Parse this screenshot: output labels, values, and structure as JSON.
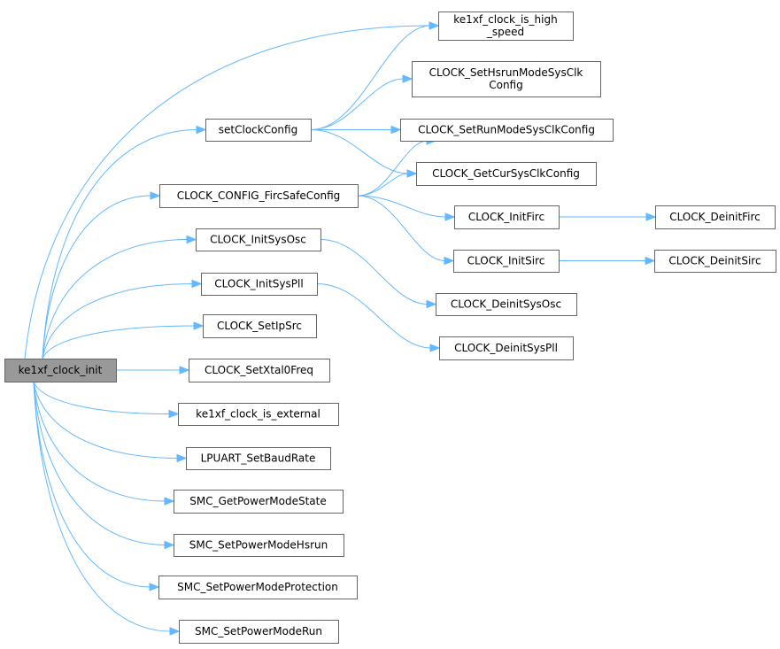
{
  "graph": {
    "root": "ke1xf_clock_init",
    "nodes": [
      {
        "id": "root",
        "lines": [
          "ke1xf_clock_init"
        ]
      },
      {
        "id": "high_speed",
        "lines": [
          "ke1xf_clock_is_high",
          "_speed"
        ]
      },
      {
        "id": "hsrun_cfg",
        "lines": [
          "CLOCK_SetHsrunModeSysClk",
          "Config"
        ]
      },
      {
        "id": "run_cfg",
        "lines": [
          "CLOCK_SetRunModeSysClkConfig"
        ]
      },
      {
        "id": "getcur",
        "lines": [
          "CLOCK_GetCurSysClkConfig"
        ]
      },
      {
        "id": "setclock",
        "lines": [
          "setClockConfig"
        ]
      },
      {
        "id": "fircsafe",
        "lines": [
          "CLOCK_CONFIG_FircSafeConfig"
        ]
      },
      {
        "id": "initsysosc",
        "lines": [
          "CLOCK_InitSysOsc"
        ]
      },
      {
        "id": "initsyspll",
        "lines": [
          "CLOCK_InitSysPll"
        ]
      },
      {
        "id": "initfirc",
        "lines": [
          "CLOCK_InitFirc"
        ]
      },
      {
        "id": "deinitfirc",
        "lines": [
          "CLOCK_DeinitFirc"
        ]
      },
      {
        "id": "initsirc",
        "lines": [
          "CLOCK_InitSirc"
        ]
      },
      {
        "id": "deinitsirc",
        "lines": [
          "CLOCK_DeinitSirc"
        ]
      },
      {
        "id": "deinitsysosc",
        "lines": [
          "CLOCK_DeinitSysOsc"
        ]
      },
      {
        "id": "deinitsyspll",
        "lines": [
          "CLOCK_DeinitSysPll"
        ]
      },
      {
        "id": "setipsrc",
        "lines": [
          "CLOCK_SetIpSrc"
        ]
      },
      {
        "id": "setxtal",
        "lines": [
          "CLOCK_SetXtal0Freq"
        ]
      },
      {
        "id": "is_external",
        "lines": [
          "ke1xf_clock_is_external"
        ]
      },
      {
        "id": "lpuart",
        "lines": [
          "LPUART_SetBaudRate"
        ]
      },
      {
        "id": "smc_get",
        "lines": [
          "SMC_GetPowerModeState"
        ]
      },
      {
        "id": "smc_hsrun",
        "lines": [
          "SMC_SetPowerModeHsrun"
        ]
      },
      {
        "id": "smc_prot",
        "lines": [
          "SMC_SetPowerModeProtection"
        ]
      },
      {
        "id": "smc_run",
        "lines": [
          "SMC_SetPowerModeRun"
        ]
      }
    ],
    "edges": [
      [
        "root",
        "high_speed"
      ],
      [
        "root",
        "setclock"
      ],
      [
        "root",
        "fircsafe"
      ],
      [
        "root",
        "initsysosc"
      ],
      [
        "root",
        "initsyspll"
      ],
      [
        "root",
        "setipsrc"
      ],
      [
        "root",
        "setxtal"
      ],
      [
        "root",
        "is_external"
      ],
      [
        "root",
        "lpuart"
      ],
      [
        "root",
        "smc_get"
      ],
      [
        "root",
        "smc_hsrun"
      ],
      [
        "root",
        "smc_prot"
      ],
      [
        "root",
        "smc_run"
      ],
      [
        "setclock",
        "high_speed"
      ],
      [
        "setclock",
        "hsrun_cfg"
      ],
      [
        "setclock",
        "run_cfg"
      ],
      [
        "setclock",
        "getcur"
      ],
      [
        "fircsafe",
        "run_cfg"
      ],
      [
        "fircsafe",
        "getcur"
      ],
      [
        "fircsafe",
        "initfirc"
      ],
      [
        "fircsafe",
        "initsirc"
      ],
      [
        "initsysosc",
        "deinitsysosc"
      ],
      [
        "initsyspll",
        "deinitsyspll"
      ],
      [
        "initfirc",
        "deinitfirc"
      ],
      [
        "initsirc",
        "deinitsirc"
      ]
    ],
    "colors": {
      "edge": "#63b8ff",
      "node_border": "#666666",
      "root_fill": "#999999"
    }
  }
}
